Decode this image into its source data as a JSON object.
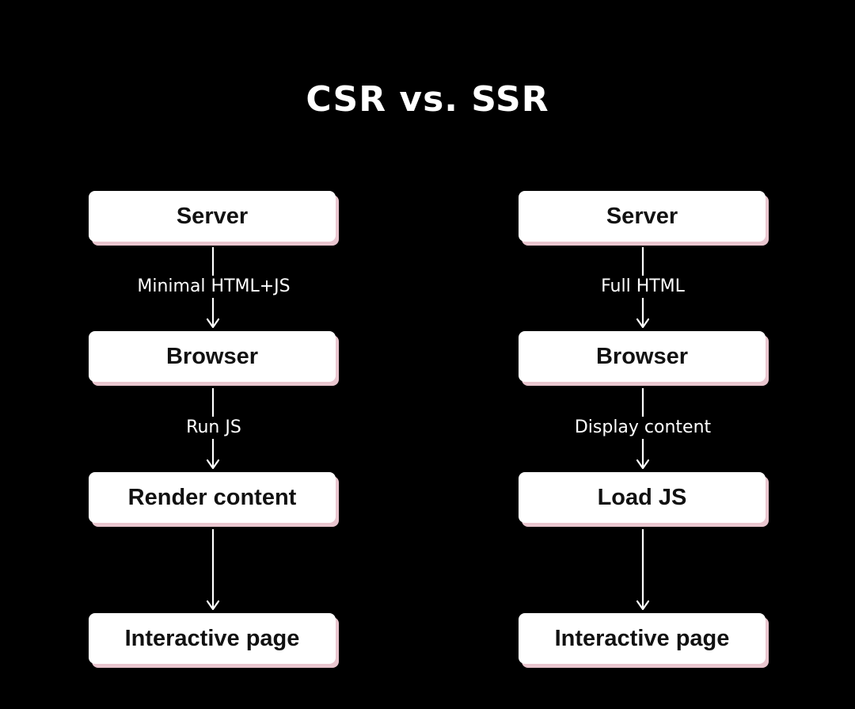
{
  "title": "CSR vs. SSR",
  "csr": {
    "nodes": [
      "Server",
      "Browser",
      "Render content",
      "Interactive page"
    ],
    "edge_labels": [
      "Minimal HTML+JS",
      "Run JS",
      ""
    ]
  },
  "ssr": {
    "nodes": [
      "Server",
      "Browser",
      "Load JS",
      "Interactive page"
    ],
    "edge_labels": [
      "Full HTML",
      "Display content",
      ""
    ]
  },
  "colors": {
    "background": "#000000",
    "box": "#ffffff",
    "box_shadow": "#e9c6cf",
    "text_dark": "#111111",
    "line": "#ffffff"
  }
}
